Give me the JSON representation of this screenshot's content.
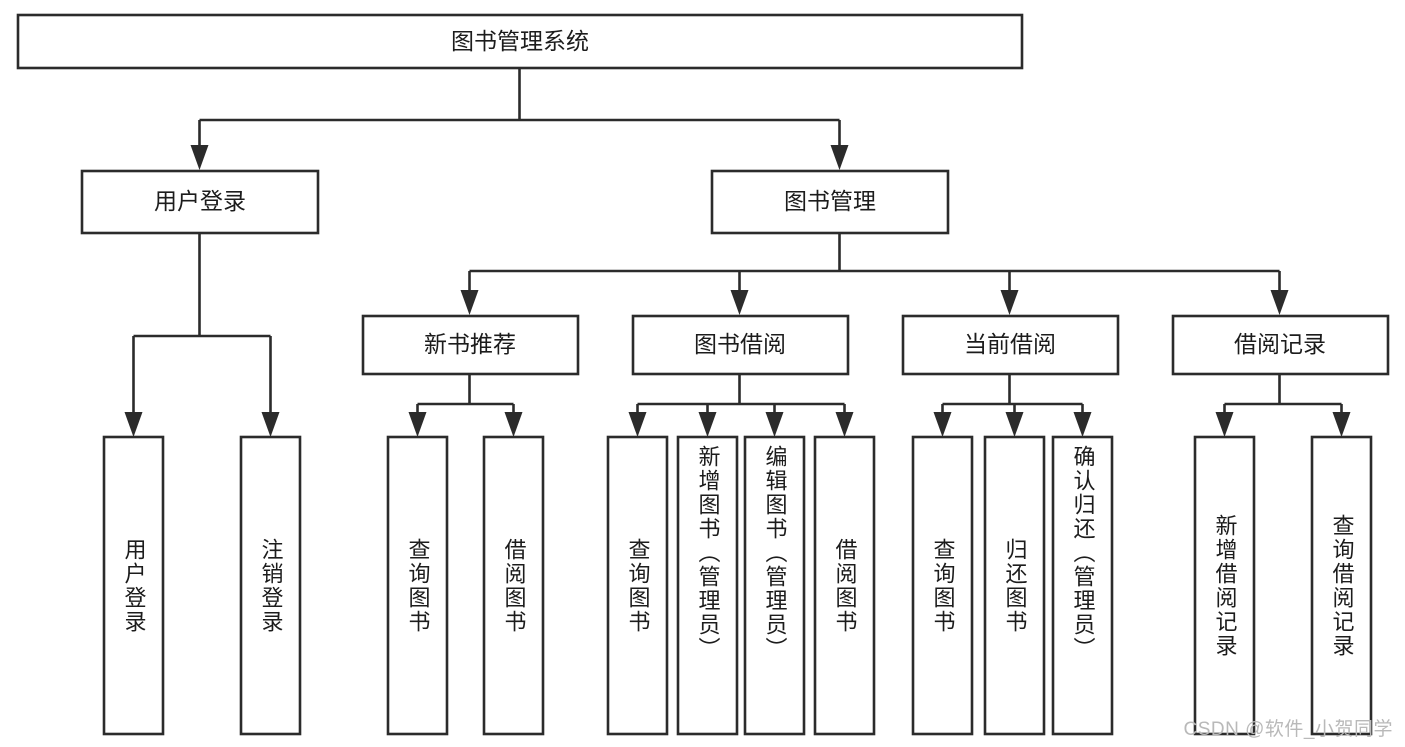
{
  "diagram": {
    "type": "tree",
    "title": "图书管理系统",
    "background_color": "#ffffff",
    "line_color": "#2b2b2b",
    "text_color": "#1c1c1c",
    "root": {
      "label": "图书管理系统"
    },
    "level2": [
      {
        "label": "用户登录"
      },
      {
        "label": "图书管理"
      }
    ],
    "level3": [
      {
        "label": "新书推荐"
      },
      {
        "label": "图书借阅"
      },
      {
        "label": "当前借阅"
      },
      {
        "label": "借阅记录"
      }
    ],
    "leaves": {
      "user_login": [
        {
          "label": "用户登录"
        },
        {
          "label": "注销登录"
        }
      ],
      "new_book_recommend": [
        {
          "label": "查询图书"
        },
        {
          "label": "借阅图书"
        }
      ],
      "book_borrow": [
        {
          "label": "查询图书"
        },
        {
          "label": "新增图书（管理员）"
        },
        {
          "label": "编辑图书（管理员）"
        },
        {
          "label": "借阅图书"
        }
      ],
      "current_borrow": [
        {
          "label": "查询图书"
        },
        {
          "label": "归还图书"
        },
        {
          "label": "确认归还（管理员）"
        }
      ],
      "borrow_record": [
        {
          "label": "新增借阅记录"
        },
        {
          "label": "查询借阅记录"
        }
      ]
    }
  },
  "watermark": {
    "text": "CSDN @软件_小贺同学"
  }
}
